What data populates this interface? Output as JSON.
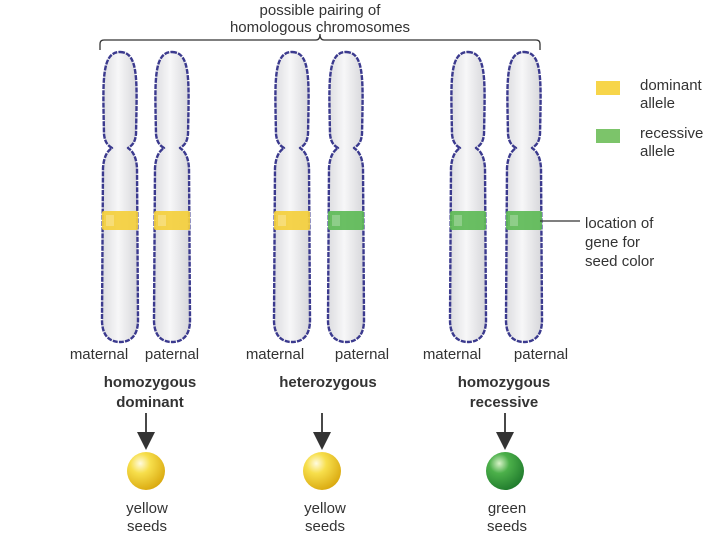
{
  "title": {
    "line1": "possible pairing of",
    "line2": "homologous chromosomes"
  },
  "legend": {
    "dominant": {
      "line1": "dominant",
      "line2": "allele",
      "color": "#f7d54a"
    },
    "recessive": {
      "line1": "recessive",
      "line2": "allele",
      "color": "#7cc46a"
    }
  },
  "callout": {
    "line1": "location of",
    "line2": "gene for",
    "line3": "seed color"
  },
  "colors": {
    "chromosome_fill": "#ededee",
    "chromosome_outline": "#3b3a8e",
    "dominant_band": "#f4cf3c",
    "recessive_band": "#5dba56",
    "yellow_seed": "#f2d22e",
    "green_seed": "#36a642"
  },
  "pairs": [
    {
      "maternal_label": "maternal",
      "paternal_label": "paternal",
      "genotype_line1": "homozygous",
      "genotype_line2": "dominant",
      "maternal_allele": "dominant",
      "paternal_allele": "dominant",
      "seed_color": "yellow",
      "seed_line1": "yellow",
      "seed_line2": "seeds"
    },
    {
      "maternal_label": "maternal",
      "paternal_label": "paternal",
      "genotype_line1": "heterozygous",
      "genotype_line2": "",
      "maternal_allele": "dominant",
      "paternal_allele": "recessive",
      "seed_color": "yellow",
      "seed_line1": "yellow",
      "seed_line2": "seeds"
    },
    {
      "maternal_label": "maternal",
      "paternal_label": "paternal",
      "genotype_line1": "homozygous",
      "genotype_line2": "recessive",
      "maternal_allele": "recessive",
      "paternal_allele": "recessive",
      "seed_color": "green",
      "seed_line1": "green",
      "seed_line2": "seeds"
    }
  ]
}
